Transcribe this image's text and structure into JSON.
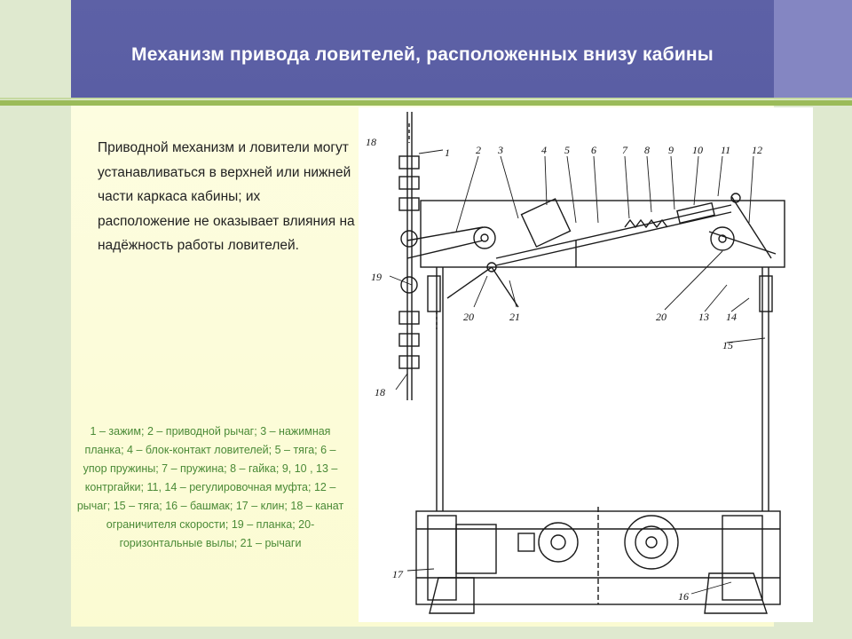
{
  "slide": {
    "title": "Механизм привода ловителей, расположенных внизу кабины",
    "body_text": "Приводной механизм и ловители могут устанавливаться в верхней или нижней части каркаса кабины; их расположение не оказывает влияния на надёжность работы ловителей.",
    "legend": "1 – зажим; 2 – приводной рычаг; 3 – нажимная планка; 4 – блок-контакт ловителей; 5 – тяга; 6 – упор пружины; 7 – пружина; 8 – гайка; 9, 10 , 13 – контргайки; 11, 14 – регулировочная муфта; 12 – рычаг; 15 – тяга; 16 – башмак; 17 – клин; 18 – канат ограничителя скорости; 19 – планка; 20- горизонтальные вылы; 21 – рычаги"
  },
  "drawing": {
    "labels": {
      "l18a": "18",
      "l1": "1",
      "l2": "2",
      "l3": "3",
      "l4": "4",
      "l5": "5",
      "l6": "6",
      "l7": "7",
      "l8": "8",
      "l9": "9",
      "l10": "10",
      "l11": "11",
      "l12": "12",
      "l19": "19",
      "l20a": "20",
      "l21": "21",
      "l20b": "20",
      "l13": "13",
      "l14": "14",
      "l15": "15",
      "l18b": "18",
      "l17": "17",
      "l16": "16"
    }
  },
  "colors": {
    "header": "#5a5ea4",
    "accent_green": "#9bbb59",
    "legend_text": "#4a8a36",
    "content_bg": "#fbfbd2"
  }
}
